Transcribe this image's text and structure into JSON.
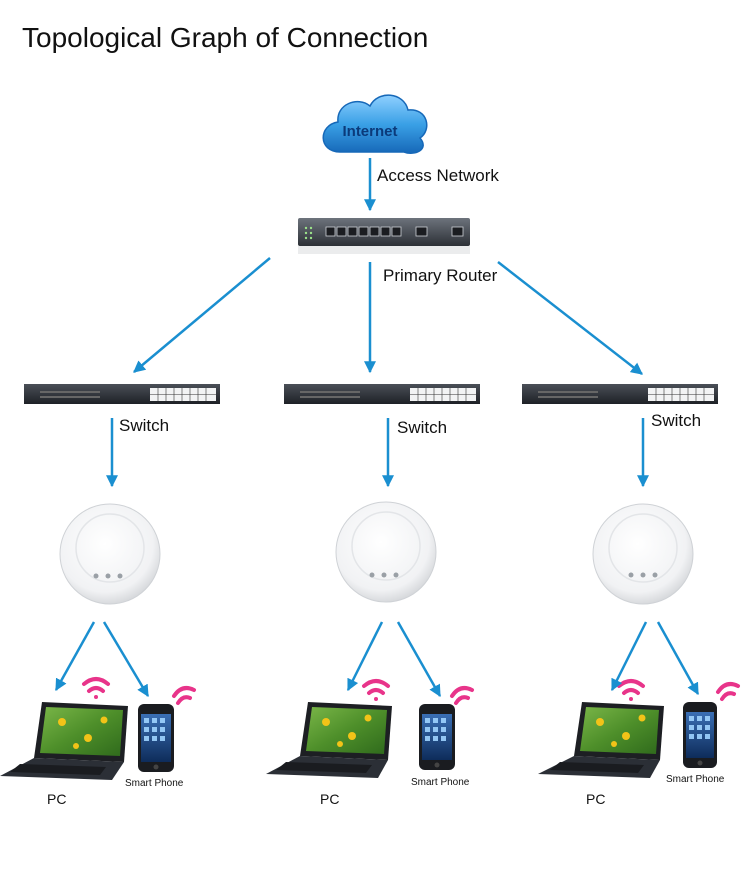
{
  "title": "Topological Graph of Connection",
  "labels": {
    "internet": "Internet",
    "access_network": "Access Network",
    "primary_router": "Primary Router",
    "switch": "Switch",
    "pc": "PC",
    "smart_phone": "Smart Phone"
  },
  "colors": {
    "arrow": "#1a8fd0",
    "cloud": "#3aa0e6",
    "wifi": "#e8348a",
    "device_dark": "#2b2f36"
  },
  "icons": [
    "cloud-icon",
    "router-icon",
    "switch-icon",
    "access-point-icon",
    "laptop-icon",
    "smartphone-icon",
    "wifi-signal-icon"
  ]
}
